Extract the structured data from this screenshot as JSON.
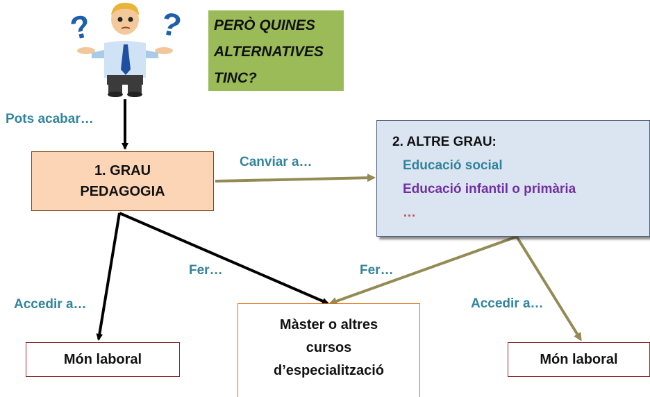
{
  "question": {
    "lines": [
      "PERÒ QUINES",
      "ALTERNATIVES",
      "TINC?"
    ],
    "bg_color": "#9bbb59"
  },
  "figure_icon": "confused-businessman-with-question-marks",
  "labels": {
    "pots_acabar": "Pots acabar…",
    "canviar_a": "Canviar a…",
    "fer_left": "Fer…",
    "fer_right": "Fer…",
    "accedir_left": "Accedir a…",
    "accedir_right": "Accedir a…"
  },
  "grau1": {
    "line1": "1. GRAU",
    "line2": "PEDAGOGIA",
    "bg_color": "#fbd5b5"
  },
  "grau2": {
    "title": "2. ALTRE GRAU:",
    "items": [
      "Educació social",
      "Educació infantil o primària",
      "…"
    ],
    "item_colors": [
      "#31849b",
      "#7030a0",
      "#c0504d"
    ],
    "bg_color": "#dbe5f1"
  },
  "master": {
    "lines": [
      "Màster o altres",
      "cursos",
      "d’especialització"
    ],
    "border_color": "#e36c09"
  },
  "mon_left": {
    "label": "Món laboral"
  },
  "mon_right": {
    "label": "Món laboral"
  },
  "colors": {
    "label_teal": "#31849b",
    "arrow_black": "#000000",
    "arrow_olive": "#948a54"
  }
}
